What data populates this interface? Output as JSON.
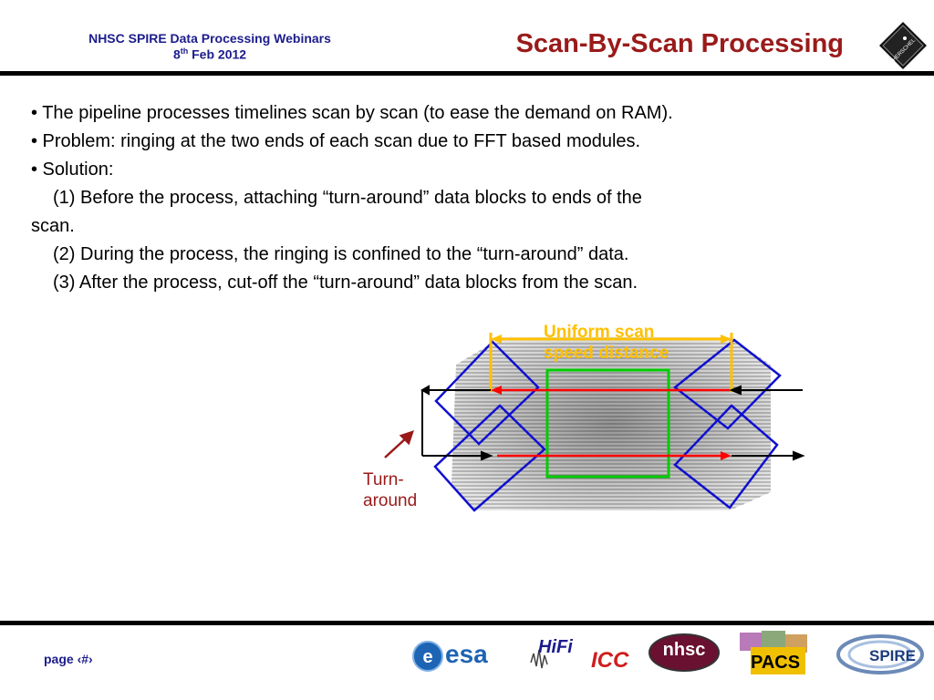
{
  "header": {
    "line1": "NHSC SPIRE Data Processing Webinars",
    "date_prefix": "8",
    "date_sup": "th",
    "date_suffix": " Feb 2012",
    "title": "Scan-By-Scan Processing",
    "badge_text": "HERSCHEL"
  },
  "bullets": [
    "• The pipeline processes timelines  scan by scan (to ease the demand on RAM).",
    "• Problem: ringing at the two ends of each scan due to FFT based modules.",
    "• Solution:",
    "(1) Before the process, attaching “turn-around” data blocks to ends of the",
    "scan.",
    "(2) During the process, the ringing is confined to the “turn-around” data.",
    "(3) After the process, cut-off the “turn-around” data blocks from the scan."
  ],
  "diagram": {
    "uniform_label_1": "Uniform scan",
    "uniform_label_2": "speed distance",
    "turnaround_1": "Turn-",
    "turnaround_2": "around",
    "colors": {
      "orange": "#ffc000",
      "green": "#00cc00",
      "red": "#ff0000",
      "blue": "#1010d0",
      "darkred": "#9a1a1a"
    }
  },
  "footer": {
    "page": "page ‹#›",
    "logos": [
      "esa",
      "HiFi",
      "ICC",
      "nhsc",
      "PACS",
      "SPIRE"
    ]
  }
}
